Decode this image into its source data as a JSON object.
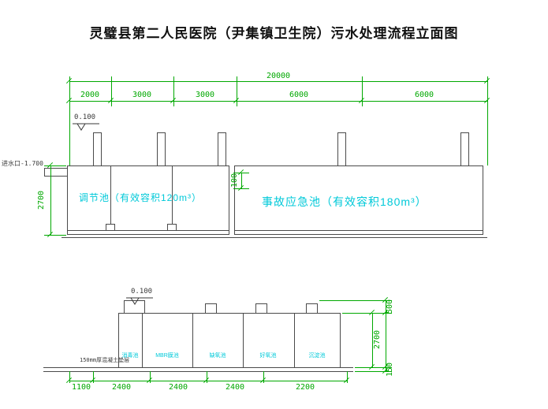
{
  "title": "灵璧县第二人民医院（尹集镇卫生院）污水处理流程立面图",
  "colors": {
    "dim_green": "#00a800",
    "label_cyan": "#00c9d9",
    "line_dark": "#4a4a4a",
    "ink": "#3a3a3a",
    "title_ink": "#111111"
  },
  "upper_view": {
    "total_dim": "20000",
    "segment_dims": [
      "2000",
      "3000",
      "3000",
      "6000",
      "6000"
    ],
    "level": "0.100",
    "inlet_label": "进水口-1.700",
    "height_dim": "2700",
    "gap_dim": "100",
    "tank_left_label": "调节池（有效容积120m³）",
    "tank_right_label": "事故应急池（有效容积180m³）"
  },
  "lower_view": {
    "level": "0.100",
    "compartments": [
      "消毒池",
      "MBR膜池",
      "缺氧池",
      "好氧池",
      "沉淀池"
    ],
    "base_note": "150mm厚混凝土垫层",
    "bottom_dims": [
      "1100",
      "2400",
      "2400",
      "2400",
      "2200"
    ],
    "riser_height_dim": "500",
    "tank_height_dim": "2700",
    "base_thickness_dim": "150"
  }
}
